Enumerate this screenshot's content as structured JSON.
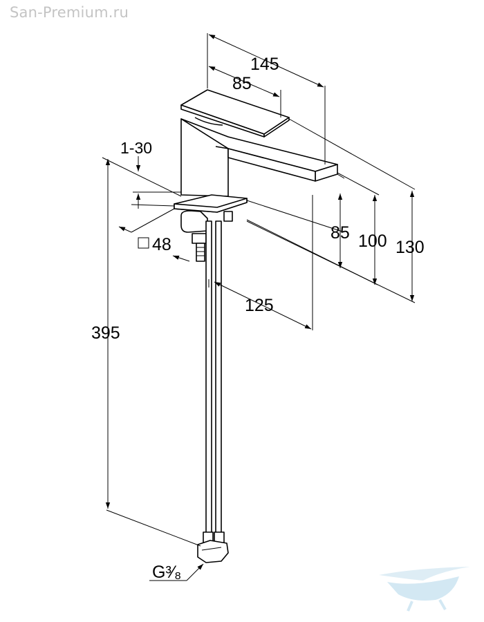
{
  "watermark": "San-Premium.ru",
  "dimensions": {
    "d145": "145",
    "d85_top": "85",
    "d1_30": "1-30",
    "d48": "48",
    "d125": "125",
    "d395": "395",
    "d85_right": "85",
    "d100": "100",
    "d130": "130",
    "thread": "G³⁄₈"
  },
  "icons": {
    "square_symbol": "square-symbol-icon",
    "logo": "bathtub-logo-icon"
  },
  "colors": {
    "line": "#000000",
    "watermark": "#c4c4c4",
    "logo": "#cfe6f2"
  }
}
